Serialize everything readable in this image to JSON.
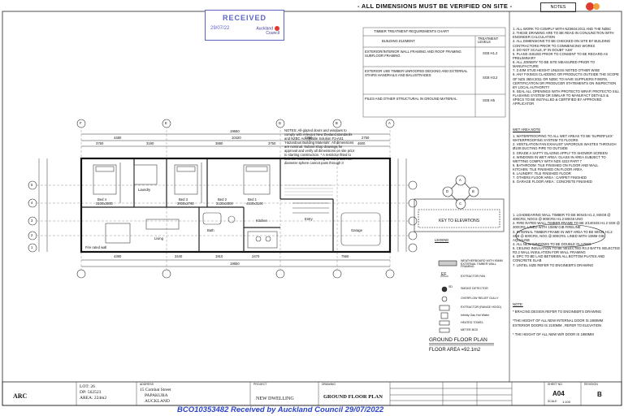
{
  "header": {
    "verify_note": "- ALL DIMENSIONS MUST BE VERIFIED ON SITE -",
    "notes_tab": "NOTES"
  },
  "stamp": {
    "label": "RECEIVED",
    "date": "29/07/22",
    "org_line1": "Auckland",
    "org_line2": "Council"
  },
  "timber_table": {
    "title": "TIMBER TREATMENT REQUIREMENTS CHART",
    "col1": "BUILDING ELEMENT",
    "col2": "TREATMENT LEVELS",
    "rows": [
      {
        "element": "EXTERIOR/INTERIOR WALL FRAMING AND ROOF FRAMING SUBFLOOR FRAMING",
        "level": "SG8 H1.2"
      },
      {
        "element": "EXTERIOR USE TIMBER UNROOFED DECKING AND EXTERNAL STAIRS HANDRAILS AND BALUSTRADES",
        "level": "SG8 H3.2"
      },
      {
        "element": "PILES AND OTHER STRUCTURAL IN GROUND MATERIAL",
        "level": "SG8 H5"
      }
    ]
  },
  "general_notes": [
    "1. ALL WORK TO COMPLY WITH NZ3604:2011 AND THE NZBC",
    "2. THESE DRAWING ARE TO BE READ IN CONJUNCTION WITH ENGINEER CALCULATION",
    "3. ALL DIMENSIONS TO BE CHECKED ON SITE BY BUILDING CONTRACTORS PRIOR TO COMMENCING WORKS",
    "4. DO NOT SCALE, IF IN DOUBT 'ASK'",
    "5. PLANS ISSUED PRIOR TO CONSENT TO BE REGARD AS PRELIMINARY",
    "6. ALL JOINERY TO BE SITE MEASURED PRIOR TO MANUFACTURE",
    "7. 2.40M STUD HEIGHT UNLESS NOTED OTHER WISE",
    "8. ANY FIXINGS CLADDING OR PRODUCTS OUTSIDE THE SCOPE OF NZS 3604:2011 OR NZBC TO HAVE SUPPLIERS FIXERS, CERTIFICATION OR PRODUCER STATEMENTS ON INSPECTION BY LOCAL AUTHORITY",
    "9. SEAL ALL OPENINGS WITH PROTECTO WRAP, PROTECTO SILL FLASHING SYSTEM OR SIMILAR TO MANUFACT DETAILS & SPECS TO BE INSTALLED & CERTIFIED BY APPROVED APPLICATOR"
  ],
  "wet_area_note_title": "WET AREA NOTE",
  "wet_area_notes": [
    "1. WATERPROOFING TO ALL WET AREAS TO BE 'SUPERFLEX' WATERPROOFING SYSTEM TO FLOORS",
    "2. VENTILATION FAN EXHAUST VAPOROUS WASTES THROUGH Ø100 DUCTING PIPE TO OUTSIDE",
    "3. GRADE A SAFTY GLAZING APPLY TO SHOWER SCREEN",
    "4. WINDOWS IN WET AREA: GLASS IN AREA SUBJECT TO WETTING COMPLY WITH NZS 4223 PART 7",
    "5. BATHROOM: TILE FINISHED ON FLOOR AND WALL",
    "  KITCHEN: TILE FINISHED ON FLOOR AREA",
    "6. LAUNDRY: TILE FINISHED FLOOR",
    "7. OTHERS FLOOR AREA : CARPET FINISHED",
    "8. GARAGE FLOOR AREA : CONCRETE FINISHED"
  ],
  "lining_notes": [
    "1. LOADBEARING WALL TIMBER TO BE 90X45 H1.2, MSG8 @ 400CRS, NOGS @ 800CRS H1.2 MSG8 UNO",
    "2. FIRE RATED WALL TIMBER FRAME TO BE 2/140X45 H1.2 SG8 @ 300CRS. LINED WITH 10MM GIB FIRELINE",
    "3. INTERNAL TIMBER FRAME IN WET AREA TO BE 90X45 H1.2 SG8 @ 600CRS, NOG @ 800CRS. LINED WITH 10MM GIB AQUALINE",
    "4. ALL NEW WINDOWS TO BE DOUBLE GLAZING",
    "5. CEILING INSULATION TO BE SELECTED R3.2 BATTS SELECTED R2.2 WALL INSULATION FOR WALL FRAMING",
    "6. DPC TO BE LAID BETWEEN ALL BOTTOM PLATES AND CONCRETE SLAB",
    "7. LINTEL SIZE REFER TO ENGINEER'S DRAWING"
  ],
  "notes_heading": "NOTE:",
  "bottom_notes": [
    "* BRACING DESIGN REFER TO ENGINEER'S DRAWING",
    "*THE HEIGHT OF ALL NEW INTERNAL DOOR IS 1980MM EXTERIOR DOORS IS 2100MM , REFER TO ELEVATION",
    "* THE HEIGHT OF ALL NEW W/R DOOR IS 1980MM"
  ],
  "key_elevations": {
    "title": "KEY TO ELEVATIONS",
    "letters": [
      "A",
      "B",
      "C",
      "D"
    ]
  },
  "legend": {
    "title": "LEGEND",
    "items": [
      "WEATHERBOARD WITH 90MM EXTERNAL TIMBER WALL FRAMING",
      "EXTRACTOR FAN",
      "SMOKE DETECTOR",
      "OVERFLOW RELIEF GULLY",
      "EXTRACTOR (RANGE HOOD)",
      "Infinity Gas Hot Water",
      "HEATED TOWEL",
      "METER BOX"
    ]
  },
  "legend_symbols": {
    "ef": "EF",
    "sd": "SD"
  },
  "plan": {
    "title": "GROUND  FLOOR PLAN",
    "area": "FLOOR AREA     =92.1m2",
    "overall_dim": "19650",
    "top_dims": [
      "4480",
      "10420",
      "2350",
      "2750"
    ],
    "top_dims2": [
      "3750",
      "3190",
      "3880",
      "3750",
      "4600"
    ],
    "bottom_dims": [
      "4390",
      "3440",
      "1910",
      "2470",
      "7560"
    ],
    "bottom_total": "19650",
    "grid_top": [
      "F",
      "E",
      "D",
      "B",
      "A"
    ],
    "grid_side": [
      "5",
      "4",
      "3",
      "2",
      "1"
    ],
    "rooms": [
      {
        "name": "Bed 4",
        "size": "3100x3000"
      },
      {
        "name": "Bed 3",
        "size": "3000x2760"
      },
      {
        "name": "Bed 2",
        "size": "3130x3000"
      },
      {
        "name": "Bed 1",
        "size": "4100x3100"
      },
      {
        "name": "Laundry",
        "size": ""
      },
      {
        "name": "Bath",
        "size": ""
      },
      {
        "name": "Living",
        "size": ""
      },
      {
        "name": "Kitchen",
        "size": ""
      },
      {
        "name": "Garage",
        "size": ""
      },
      {
        "name": "Entry",
        "size": ""
      }
    ],
    "notes_block": "NOTES: All-glazed doors and windows to comply with relevant New Zealand standards and NZBC Acceptable Solution F2-AS1 'Hazardous Building Materials'. All dimensions are nominal. Submit shop drawings for approval and verify all dimensions on site prior to starting construction. * A restrictor fitted to limit the maximum opening so that a 100 mm diameter sphere cannot pass through it",
    "fire_rated_wall": "Fire rated wall"
  },
  "title_block": {
    "firm": "ARC",
    "lot": "LOT: 26",
    "dp": "DP: 562523",
    "area": "AREA: 224m2",
    "address_label": "ADDRESS",
    "address1": "15 Combat Street",
    "address2": "PAPAKURA",
    "address3": "AUCKLAND",
    "project_label": "PROJECT",
    "project": "NEW DWELLING",
    "drawing_label": "DRAWING",
    "drawing": "GROUND FLOOR PLAN",
    "sheet_label": "SHEET NO",
    "sheet": "A04",
    "rev_label": "REVISION",
    "rev": "B",
    "scale_label": "SCALE",
    "scale": "1:100"
  },
  "footer_stamp": "BCO10353482 Received by Auckland Council 29/07/2022"
}
